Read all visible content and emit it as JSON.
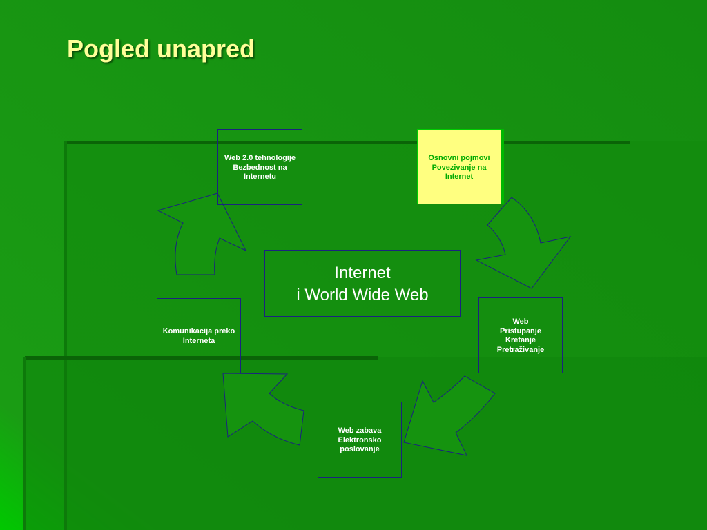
{
  "slide": {
    "title": "Pogled unapred"
  },
  "diagram": {
    "center": {
      "line1": "Internet",
      "line2": "i World Wide Web"
    },
    "nodes": [
      {
        "id": "web20",
        "lines": [
          "Web 2.0 tehnologije",
          "Bezbednost na",
          "Internetu"
        ]
      },
      {
        "id": "osnovni",
        "lines": [
          "Osnovni pojmovi",
          "Povezivanje na",
          "Internet"
        ],
        "highlighted": true
      },
      {
        "id": "web",
        "lines": [
          "Web",
          "Pristupanje",
          "Kretanje",
          "Pretraživanje"
        ]
      },
      {
        "id": "zabava",
        "lines": [
          "Web zabava",
          "Elektronsko",
          "poslovanje"
        ]
      },
      {
        "id": "komunikacija",
        "lines": [
          "Komunikacija preko",
          "Interneta"
        ]
      }
    ]
  },
  "colors": {
    "background": "#1a9414",
    "title": "#ffff99",
    "highlight_fill": "#ffff80",
    "highlight_text": "#00aa00",
    "outline": "#1a237e"
  }
}
